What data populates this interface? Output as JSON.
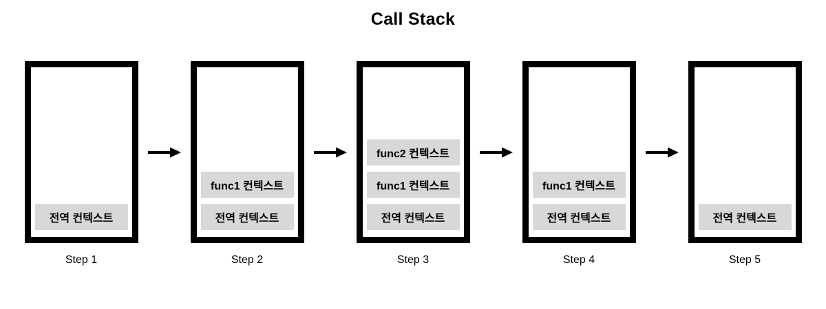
{
  "page": {
    "title": "Call Stack"
  },
  "colors": {
    "box_border": "#000000",
    "context_bg": "#d8d8d8",
    "text": "#000000",
    "background": "#ffffff"
  },
  "steps": [
    {
      "label": "Step 1",
      "contexts": [
        "전역 컨텍스트"
      ]
    },
    {
      "label": "Step 2",
      "contexts": [
        "func1 컨텍스트",
        "전역 컨텍스트"
      ]
    },
    {
      "label": "Step 3",
      "contexts": [
        "func2 컨텍스트",
        "func1 컨텍스트",
        "전역 컨텍스트"
      ]
    },
    {
      "label": "Step 4",
      "contexts": [
        "func1 컨텍스트",
        "전역 컨텍스트"
      ]
    },
    {
      "label": "Step 5",
      "contexts": [
        "전역 컨텍스트"
      ]
    }
  ]
}
